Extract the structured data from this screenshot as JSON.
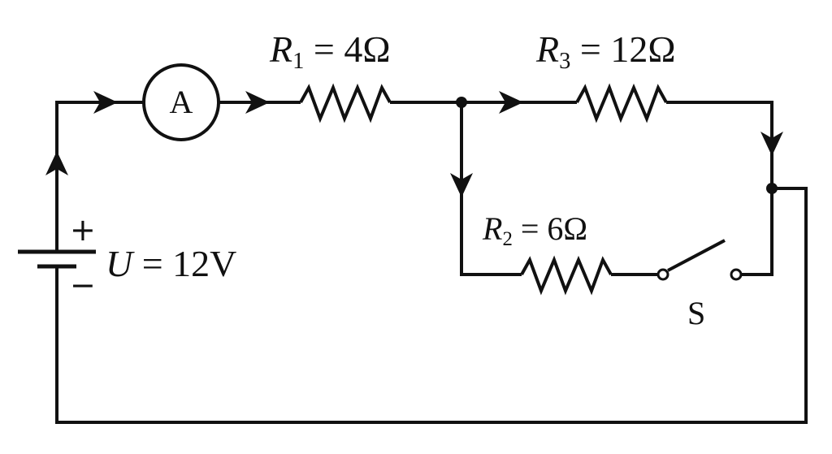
{
  "diagram": {
    "type": "circuit",
    "labels": {
      "r1": {
        "symbol": "R",
        "sub": "1",
        "value": " = 4Ω"
      },
      "r2": {
        "symbol": "R",
        "sub": "2",
        "value": " = 6Ω"
      },
      "r3": {
        "symbol": "R",
        "sub": "3",
        "value": " = 12Ω"
      },
      "source": {
        "symbol": "U",
        "value": " = 12V"
      },
      "ammeter": "A",
      "switch": "S",
      "battery_plus": "+",
      "battery_minus": "−"
    },
    "colors": {
      "wire": "#111111",
      "background": "#ffffff"
    }
  }
}
